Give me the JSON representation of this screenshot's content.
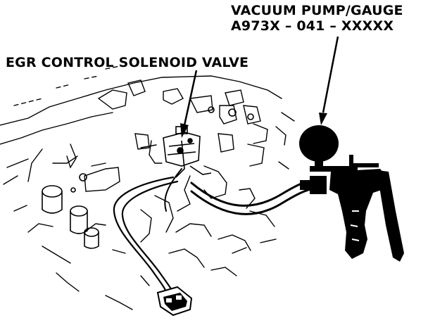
{
  "labels": {
    "pump_name": "VACUUM PUMP/GAUGE",
    "pump_part_number": "A973X – 041 – XXXXX",
    "egr_valve": "EGR CONTROL SOLENOID VALVE"
  },
  "colors": {
    "ink": "#000000",
    "paper": "#ffffff"
  }
}
